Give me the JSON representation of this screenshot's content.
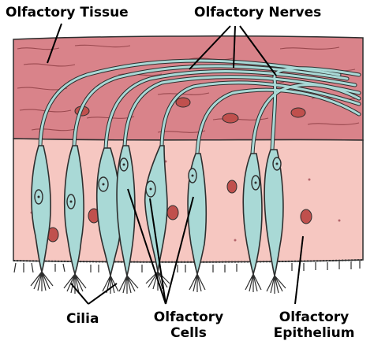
{
  "labels": {
    "olfactory_tissue": "Olfactory Tissue",
    "olfactory_nerves": "Olfactory Nerves",
    "cilia": "Cilia",
    "olfactory_cells_line1": "Olfactory",
    "olfactory_cells_line2": "Cells",
    "olfactory_epithelium_line1": "Olfactory",
    "olfactory_epithelium_line2": "Epithelium"
  },
  "colors": {
    "tissue": "#d9838a",
    "epithelium": "#f6c7c1",
    "cell": "#a9d9d6",
    "cell_outline": "#2e2e2e",
    "nucleus": "#a9d9d6",
    "red_cell": "#c0504d",
    "label_text": "#000000"
  }
}
